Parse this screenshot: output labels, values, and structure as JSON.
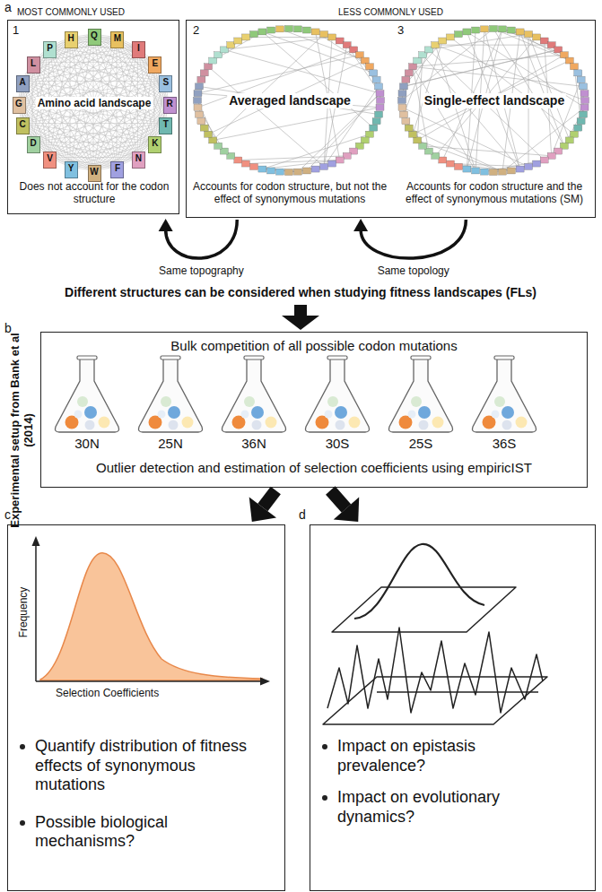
{
  "diagram": {
    "nodes": [
      {
        "text": [
          "MOST COMMONLY USED",
          "1",
          "Amino acid landscape",
          "Does not account for the codon structure"
        ]
      },
      {
        "text": [
          "Q"
        ],
        "in": 0
      },
      {
        "text": [
          "M"
        ],
        "in": 0
      },
      {
        "text": [
          "I"
        ],
        "in": 0
      },
      {
        "text": [
          "E"
        ],
        "in": 0
      },
      {
        "text": [
          "S"
        ],
        "in": 0
      },
      {
        "text": [
          "R"
        ],
        "in": 0
      },
      {
        "text": [
          "T"
        ],
        "in": 0
      },
      {
        "text": [
          "K"
        ],
        "in": 0
      },
      {
        "text": [
          "N"
        ],
        "in": 0
      },
      {
        "text": [
          "F"
        ],
        "in": 0
      },
      {
        "text": [
          "W"
        ],
        "in": 0
      },
      {
        "text": [
          "Y"
        ],
        "in": 0
      },
      {
        "text": [
          "V"
        ],
        "in": 0
      },
      {
        "text": [
          "D"
        ],
        "in": 0
      },
      {
        "text": [
          "C"
        ],
        "in": 0
      },
      {
        "text": [
          "G"
        ],
        "in": 0
      },
      {
        "text": [
          "A"
        ],
        "in": 0
      },
      {
        "text": [
          "L"
        ],
        "in": 0
      },
      {
        "text": [
          "P"
        ],
        "in": 0
      },
      {
        "text": [
          "H"
        ],
        "in": 0
      },
      {
        "text": [
          "LESS COMMONLY USED"
        ]
      },
      {
        "text": [
          "2",
          "Averaged landscape",
          "Accounts for codon structure, but not the effect of synonymous mutations"
        ],
        "in": 21
      },
      {
        "text": [
          "3",
          "Single-effect landscape",
          "Accounts for codon structure and the effect of synonymous mutations (SM)"
        ],
        "in": 21
      },
      {
        "text": [
          "Bulk competition of all possible codon mutations",
          "Outlier detection and estimation of selection coefficients using empiricIST"
        ]
      },
      {
        "text": [
          "Quantify distribution of fitness effects of synonymous mutations",
          "Possible biological mechanisms?"
        ]
      },
      {
        "text": [
          "Impact on epistasis prevalence?",
          "Impact on evolutionary dynamics?"
        ]
      }
    ],
    "edges": [
      {
        "from": 22,
        "to": 0,
        "label": "Same topography",
        "arrow": "to"
      },
      {
        "from": 23,
        "to": 22,
        "label": "Same topology",
        "arrow": "to"
      },
      {
        "from": 24,
        "to": 25,
        "arrow": "to"
      },
      {
        "from": 24,
        "to": 26,
        "arrow": "to"
      }
    ],
    "labels": [
      "a",
      "b",
      "c",
      "d",
      "Different structures can be considered when studying fitness landscapes (FLs)",
      "Experimental setup from Bank et al (2014)",
      "30N",
      "25N",
      "36N",
      "30S",
      "25S",
      "36S",
      "Frequency",
      "Selection Coefficients"
    ]
  }
}
